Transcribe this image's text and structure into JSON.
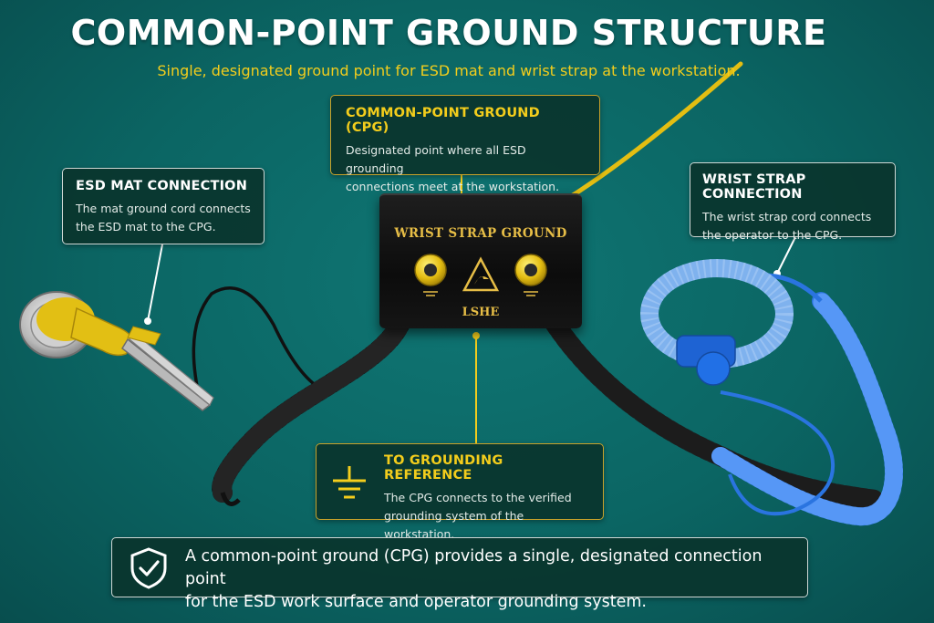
{
  "header": {
    "title": "COMMON-POINT GROUND STRUCTURE",
    "subtitle": "Single, designated ground point for ESD mat and wrist strap at the workstation."
  },
  "callouts": {
    "cpg": {
      "title": "COMMON-POINT GROUND (CPG)",
      "line1": "Designated point where all ESD grounding",
      "line2": "connections meet at the workstation."
    },
    "mat": {
      "title": "ESD MAT CONNECTION",
      "line1": "The mat ground cord connects",
      "line2": "the ESD mat to the CPG."
    },
    "wrist": {
      "title": "WRIST STRAP CONNECTION",
      "line1": "The wrist strap cord connects",
      "line2": "the operator to the CPG."
    },
    "ground": {
      "title": "TO GROUNDING REFERENCE",
      "line1": "The CPG connects to the verified",
      "line2": "grounding system of the workstation."
    }
  },
  "device": {
    "label": "WRIST STRAP GROUND",
    "brand": "LSHE"
  },
  "footer": {
    "line1": "A common-point ground (CPG) provides a single, designated connection point",
    "line2": "for the ESD work surface and operator grounding system."
  },
  "icons": {
    "ground": "ground-symbol-icon",
    "shield": "shield-check-icon",
    "esd": "esd-warning-icon"
  },
  "colors": {
    "background": "#0b6563",
    "accent_yellow": "#f3cd1c",
    "callout_fill": "#0a342c",
    "wrist_cord": "#2a74e0",
    "mat_cord": "#111111"
  }
}
